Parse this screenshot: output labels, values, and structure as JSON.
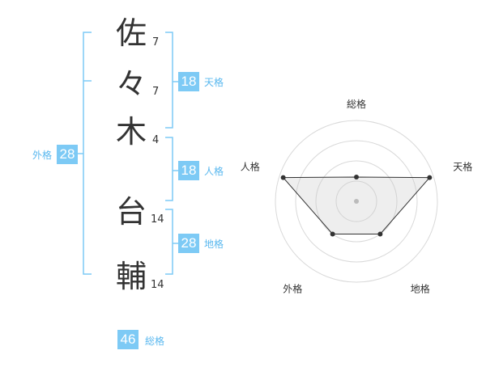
{
  "name": {
    "chars": [
      {
        "char": "佐",
        "strokes": "7"
      },
      {
        "char": "々",
        "strokes": "7"
      },
      {
        "char": "木",
        "strokes": "4"
      },
      {
        "char": "台",
        "strokes": "14"
      },
      {
        "char": "輔",
        "strokes": "14"
      }
    ]
  },
  "kakusu": {
    "tenkaku": {
      "value": "18",
      "label": "天格"
    },
    "jinkaku": {
      "value": "18",
      "label": "人格"
    },
    "chikaku": {
      "value": "28",
      "label": "地格"
    },
    "gaikaku": {
      "value": "28",
      "label": "外格"
    },
    "soukaku": {
      "value": "46",
      "label": "総格"
    }
  },
  "colors": {
    "accent": "#7dcaf5",
    "accent_text": "#5ab8ef",
    "bracket": "#7dcaf5"
  },
  "chart_data": {
    "type": "radar",
    "axes": [
      "総格",
      "天格",
      "地格",
      "外格",
      "人格"
    ],
    "values": [
      0.3,
      0.95,
      0.5,
      0.5,
      0.95
    ],
    "range": [
      0,
      1
    ],
    "rings": 4
  }
}
